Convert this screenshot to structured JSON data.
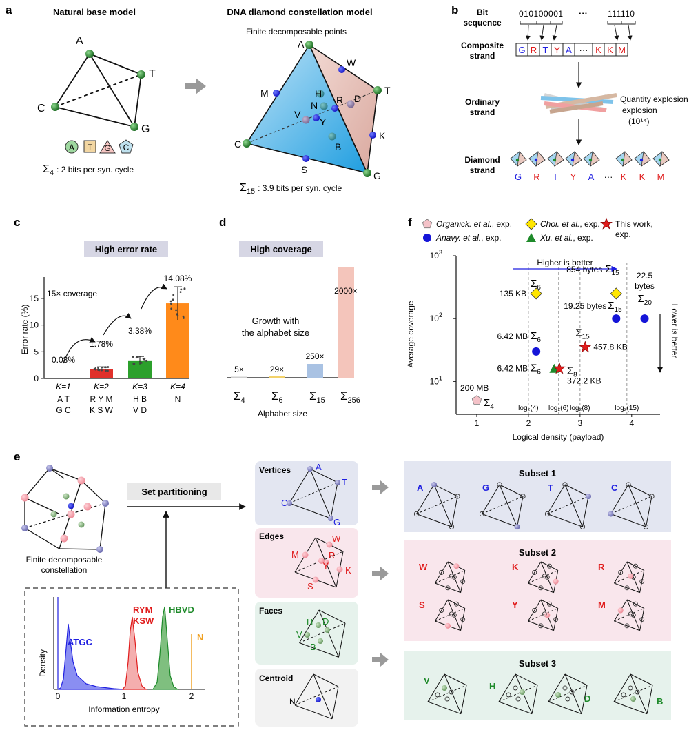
{
  "panel_letters": [
    "a",
    "b",
    "c",
    "d",
    "e",
    "f"
  ],
  "panel_a": {
    "left_title": "Natural base model",
    "right_title": "DNA diamond constellation model",
    "right_subtitle": "Finite decomposable points",
    "vertices": [
      "A",
      "T",
      "C",
      "G"
    ],
    "glyphs": [
      "A",
      "T",
      "G",
      "C"
    ],
    "left_caption_sym": "Σ",
    "left_caption_sub": "4",
    "left_caption_text": ": 2 bits per syn. cycle",
    "right_points": [
      "A",
      "W",
      "T",
      "M",
      "H",
      "N",
      "R",
      "D",
      "V",
      "Y",
      "K",
      "B",
      "C",
      "S",
      "G"
    ],
    "right_caption_sym": "Σ",
    "right_caption_sub": "15",
    "right_caption_text": ": 3.9 bits per syn. cycle"
  },
  "panel_b": {
    "bit_label": "Bit\nsequence",
    "bits_left": "010100001",
    "dots": "···",
    "bits_right": "111110",
    "composite_label": "Composite\nstrand",
    "composite_letters": [
      "G",
      "R",
      "T",
      "Y",
      "A",
      "···",
      "K",
      "K",
      "M"
    ],
    "ordinary_label": "Ordinary\nstrand",
    "explosion_label": "Quantity\nexplosion",
    "explosion_value": "(10¹⁴)",
    "diamond_label": "Diamond\nstrand",
    "diamond_letters": [
      "G",
      "R",
      "T",
      "Y",
      "A",
      "···",
      "K",
      "K",
      "M"
    ]
  },
  "panel_c": {
    "banner": "High error rate",
    "coverage_note": "15× coverage",
    "ylabel": "Error rate (%)",
    "ticks": [
      "0",
      "5",
      "10",
      "15"
    ],
    "k_labels": [
      "K=1",
      "K=2",
      "K=3",
      "K=4"
    ],
    "groups": [
      "A T\nG C",
      "R Y M\nK S W",
      "H B\nV D",
      "N"
    ],
    "value_labels": [
      "0.08%",
      "1.78%",
      "3.38%",
      "14.08%"
    ]
  },
  "panel_d": {
    "banner": "High coverage",
    "note": "Growth with\nthe alphabet size",
    "xlabel": "Alphabet size",
    "cat_sym": "Σ",
    "cat_subs": [
      "4",
      "6",
      "15",
      "256"
    ],
    "value_labels": [
      "5×",
      "29×",
      "250×",
      "2000×"
    ]
  },
  "panel_e": {
    "left_caption": "Finite decomposable\nconstellation",
    "arrow_label": "Set partitioning",
    "density_ylabel": "Density",
    "density_xlabel": "Information entropy",
    "density_labels": [
      "ATGC",
      "RYM\nKSW",
      "HBVD",
      "N"
    ],
    "density_ticks": [
      "0",
      "1",
      "2"
    ],
    "boxes": [
      {
        "title": "Vertices",
        "labels": [
          "A",
          "T",
          "C",
          "G"
        ]
      },
      {
        "title": "Edges",
        "labels": [
          "W",
          "M",
          "R",
          "Y",
          "K",
          "S"
        ]
      },
      {
        "title": "Faces",
        "labels": [
          "H",
          "D",
          "V",
          "B"
        ]
      },
      {
        "title": "Centroid",
        "labels": [
          "N"
        ]
      }
    ],
    "subset1": {
      "title": "Subset 1",
      "labels": [
        "A",
        "G",
        "T",
        "C"
      ]
    },
    "subset2": {
      "title": "Subset 2",
      "labels": [
        "W",
        "K",
        "R",
        "S",
        "Y",
        "M"
      ]
    },
    "subset3": {
      "title": "Subset 3",
      "labels": [
        "V",
        "H",
        "D",
        "B"
      ]
    }
  },
  "panel_f": {
    "legend": [
      {
        "name": "Organick. et al., exp.",
        "marker": "pentagon",
        "color": "#f4c2c8"
      },
      {
        "name": "Choi. et al., exp.",
        "marker": "diamond",
        "color": "#ffe600"
      },
      {
        "name": "This work, exp.",
        "marker": "star",
        "color": "#e01b1b"
      },
      {
        "name": "Anavy. et al., exp.",
        "marker": "circle",
        "color": "#1515d8"
      },
      {
        "name": "Xu. et al., exp.",
        "marker": "triangle",
        "color": "#1e8a2a"
      }
    ],
    "higher_label": "Higher is better",
    "lower_label": "Lower is better",
    "point_labels": [
      "200 MB",
      "135 KB",
      "6.42 MB",
      "6.42 MB",
      "372.2 KB",
      "457.8 KB",
      "854 bytes",
      "19.25 bytes",
      "22.5\nbytes"
    ],
    "sigma_subs": [
      "4",
      "6",
      "6",
      "6",
      "8",
      "15",
      "15",
      "15",
      "20"
    ],
    "vline_labels": [
      "log₂(4)",
      "log₂(6)",
      "log₂(8)",
      "log₂(15)"
    ],
    "ylabel": "Average coverage",
    "xlabel": "Logical density (payload)",
    "xticks": [
      "1",
      "2",
      "3",
      "4"
    ],
    "ytick_base": "10",
    "ytick_exps": [
      "1",
      "2",
      "3"
    ]
  },
  "chart_data": [
    {
      "type": "bar",
      "title": "High error rate",
      "ylabel": "Error rate (%)",
      "categories": [
        "K=1",
        "K=2",
        "K=3",
        "K=4"
      ],
      "values": [
        0.08,
        1.78,
        3.38,
        14.08
      ],
      "ylim": [
        0,
        19
      ],
      "colors": [
        "#1a1a9a",
        "#e0302a",
        "#2ca02c",
        "#ff8a1a"
      ]
    },
    {
      "type": "bar",
      "title": "High coverage",
      "xlabel": "Alphabet size",
      "categories": [
        "Σ4",
        "Σ6",
        "Σ15",
        "Σ256"
      ],
      "values": [
        5,
        29,
        250,
        2000
      ],
      "colors": [
        "#cfcfcf",
        "#f3d26b",
        "#a9c2e3",
        "#f4c5bb"
      ]
    },
    {
      "type": "scatter",
      "xlabel": "Logical density (payload)",
      "ylabel": "Average coverage",
      "xlim": [
        0.6,
        4.55
      ],
      "ylim": [
        3,
        1000
      ],
      "yscale": "log",
      "vlines": [
        2,
        2.585,
        3,
        3.907
      ],
      "series": [
        {
          "name": "Organick. et al., exp.",
          "points": [
            [
              1.0,
              5
            ]
          ]
        },
        {
          "name": "Choi. et al., exp.",
          "points": [
            [
              2.15,
              250
            ],
            [
              3.7,
              250
            ]
          ]
        },
        {
          "name": "Anavy. et al., exp.",
          "points": [
            [
              2.15,
              30
            ],
            [
              3.7,
              100
            ],
            [
              4.25,
              100
            ]
          ]
        },
        {
          "name": "Xu. et al., exp.",
          "points": [
            [
              2.5,
              16
            ]
          ]
        },
        {
          "name": "This work, exp.",
          "points": [
            [
              2.6,
              16
            ],
            [
              3.1,
              35
            ]
          ]
        }
      ]
    }
  ]
}
